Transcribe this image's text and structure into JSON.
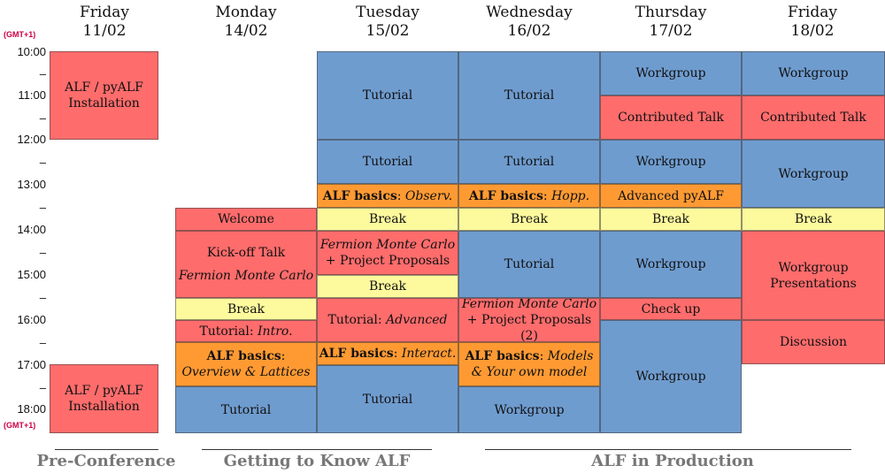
{
  "timezone_label": "(GMT+1)",
  "days": [
    {
      "name": "Friday",
      "date": "11/02"
    },
    {
      "name": "Monday",
      "date": "14/02"
    },
    {
      "name": "Tuesday",
      "date": "15/02"
    },
    {
      "name": "Wednesday",
      "date": "16/02"
    },
    {
      "name": "Thursday",
      "date": "17/02"
    },
    {
      "name": "Friday",
      "date": "18/02"
    }
  ],
  "time_labels": [
    "10:00",
    "–",
    "11:00",
    "–",
    "12:00",
    "–",
    "13:00",
    "–",
    "14:00",
    "–",
    "15:00",
    "–",
    "16:00",
    "–",
    "17:00",
    "–",
    "18:00"
  ],
  "sections": [
    "Pre-Conference",
    "Getting to Know ALF",
    "ALF in Production"
  ],
  "colors": {
    "talk": "#ff6c6c",
    "tutorial": "#6f9ccf",
    "alf_basics": "#ff9a33",
    "break": "#fdf99d"
  },
  "sessions": {
    "fri11": {
      "installation_am": "ALF / pyALF Installation",
      "installation_pm": "ALF / pyALF Installation"
    },
    "mon": {
      "welcome": "Welcome",
      "kickoff_1": "Kick-off Talk",
      "kickoff_2": "Fermion Monte Carlo",
      "break": "Break",
      "intro_a": "Tutorial: ",
      "intro_b": "Intro.",
      "basics_a": "ALF basics",
      "basics_b": ":",
      "basics_c": "Overview & Lattices",
      "tutorial": "Tutorial"
    },
    "tue": {
      "tutorial_1": "Tutorial",
      "tutorial_2": "Tutorial",
      "basics_a": "ALF basics",
      "basics_b": ": ",
      "basics_c": "Observ.",
      "break_1": "Break",
      "fmc_1": "Fermion Monte Carlo",
      "fmc_2": "+ Project Proposals",
      "break_2": "Break",
      "adv_a": "Tutorial: ",
      "adv_b": "Advanced",
      "inter_a": "ALF basics",
      "inter_b": ": ",
      "inter_c": "Interact.",
      "tutorial_3": "Tutorial"
    },
    "wed": {
      "tutorial_1": "Tutorial",
      "tutorial_2": "Tutorial",
      "hopp_a": "ALF basics",
      "hopp_b": ": ",
      "hopp_c": "Hopp.",
      "break": "Break",
      "tutorial_3": "Tutorial",
      "fmc_1": "Fermion Monte Carlo",
      "fmc_2": "+ Project Proposals (2)",
      "models_a": "ALF basics",
      "models_b": ": ",
      "models_c": "Models",
      "models_d": "& Your own model",
      "workgroup": "Workgroup"
    },
    "thu": {
      "workgroup_1": "Workgroup",
      "contributed": "Contributed Talk",
      "workgroup_2": "Workgroup",
      "advanced": "Advanced pyALF",
      "break": "Break",
      "workgroup_3": "Workgroup",
      "checkup": "Check up",
      "workgroup_4": "Workgroup"
    },
    "fri18": {
      "workgroup_1": "Workgroup",
      "contributed": "Contributed Talk",
      "workgroup_2": "Workgroup",
      "break": "Break",
      "presentations_1": "Workgroup",
      "presentations_2": "Presentations",
      "discussion": "Discussion"
    }
  }
}
